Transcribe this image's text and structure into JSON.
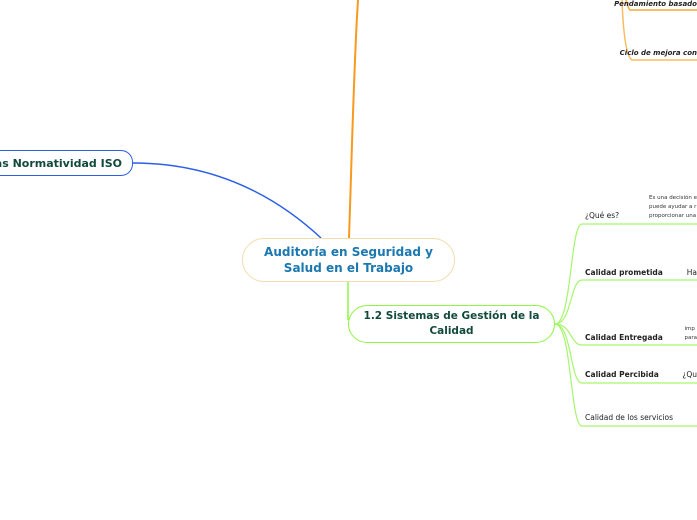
{
  "central": {
    "title": "Auditoría en Seguridad y Salud en el Trabajo"
  },
  "left_branch": {
    "label": "encias Normatividad ISO",
    "color": "#2b5fe8"
  },
  "top_branch": {
    "color": "#f79a1e",
    "items": [
      "Pendamiento basado",
      "Ciclo de mejora con"
    ]
  },
  "sgc_branch": {
    "label": "1.2 Sistemas de Gestión de la Calidad",
    "color": "#8ef544",
    "items": [
      {
        "label": "¿Qué es?",
        "detail_lines": [
          "Es una decisión e",
          "puede ayudar a r",
          "proporcionar una"
        ]
      },
      {
        "label": "Calidad prometida",
        "detail": "Ha"
      },
      {
        "label": "Calidad Entregada",
        "detail_lines": [
          "imp",
          "para"
        ]
      },
      {
        "label": "Calidad Percibida",
        "detail": "¿Qu"
      },
      {
        "label": "Calidad de los servicios"
      }
    ]
  }
}
